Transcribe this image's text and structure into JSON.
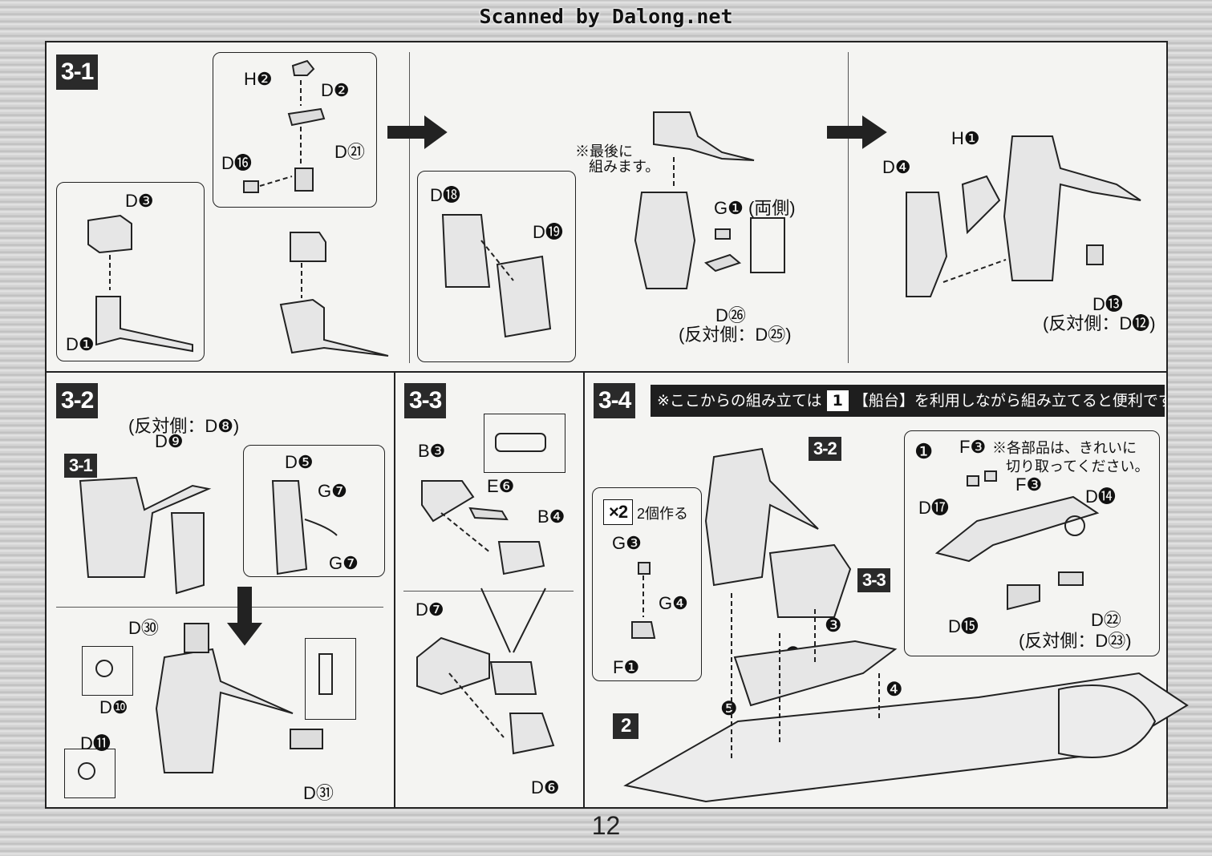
{
  "banner": "Scanned by Dalong.net",
  "page_number": "12",
  "steps": {
    "s31": {
      "title": "3-1",
      "labels": {
        "h2": "H❷",
        "d2": "D❷",
        "d16": "D⓰",
        "d21": "D㉑",
        "d3": "D❸",
        "d1": "D❶",
        "d18": "D⓲",
        "d19": "D⓳",
        "note": "※最後に",
        "note2": "組みます。",
        "g1": "G❶ (両側)",
        "d26": "D㉖",
        "d26_alt": "(反対側：D㉕)",
        "h1": "H❶",
        "d4": "D❹",
        "d13": "D⓭",
        "d13_alt": "(反対側：D⓬)"
      }
    },
    "s32": {
      "title": "3-2",
      "labels": {
        "opp_d8": "(反対側：D❽)",
        "d9": "D❾",
        "ref31": "3-1",
        "d5": "D❺",
        "g7a": "G❼",
        "g7b": "G❼",
        "d30": "D㉚",
        "d10": "D❿",
        "d11": "D⓫",
        "d31": "D㉛"
      }
    },
    "s33": {
      "title": "3-3",
      "labels": {
        "b3": "B❸",
        "e6": "E❻",
        "b4": "B❹",
        "d7": "D❼",
        "d6": "D❻"
      }
    },
    "s34": {
      "title": "3-4",
      "note_prefix": "※ここからの組み立ては",
      "note_box": "1",
      "note_suffix": "【船台】を利用しながら組み立てると便利です。",
      "labels": {
        "x2": "×2",
        "x2_text": "2個作る",
        "g3": "G❸",
        "g4": "G❹",
        "f1": "F❶",
        "ref32": "3-2",
        "ref33": "3-3",
        "ref2": "2",
        "sub1": "❶",
        "f3a": "F❸",
        "f3_note1": "※各部品は、きれいに",
        "f3_note2": "切り取ってください。",
        "f3b": "F❸",
        "d17": "D⓱",
        "d14": "D⓮",
        "d15": "D⓯",
        "d22": "D㉒",
        "d22_alt": "(反対側：D㉓)",
        "n2": "❷",
        "n3": "❸",
        "n4": "❹",
        "n5": "❺"
      }
    }
  }
}
